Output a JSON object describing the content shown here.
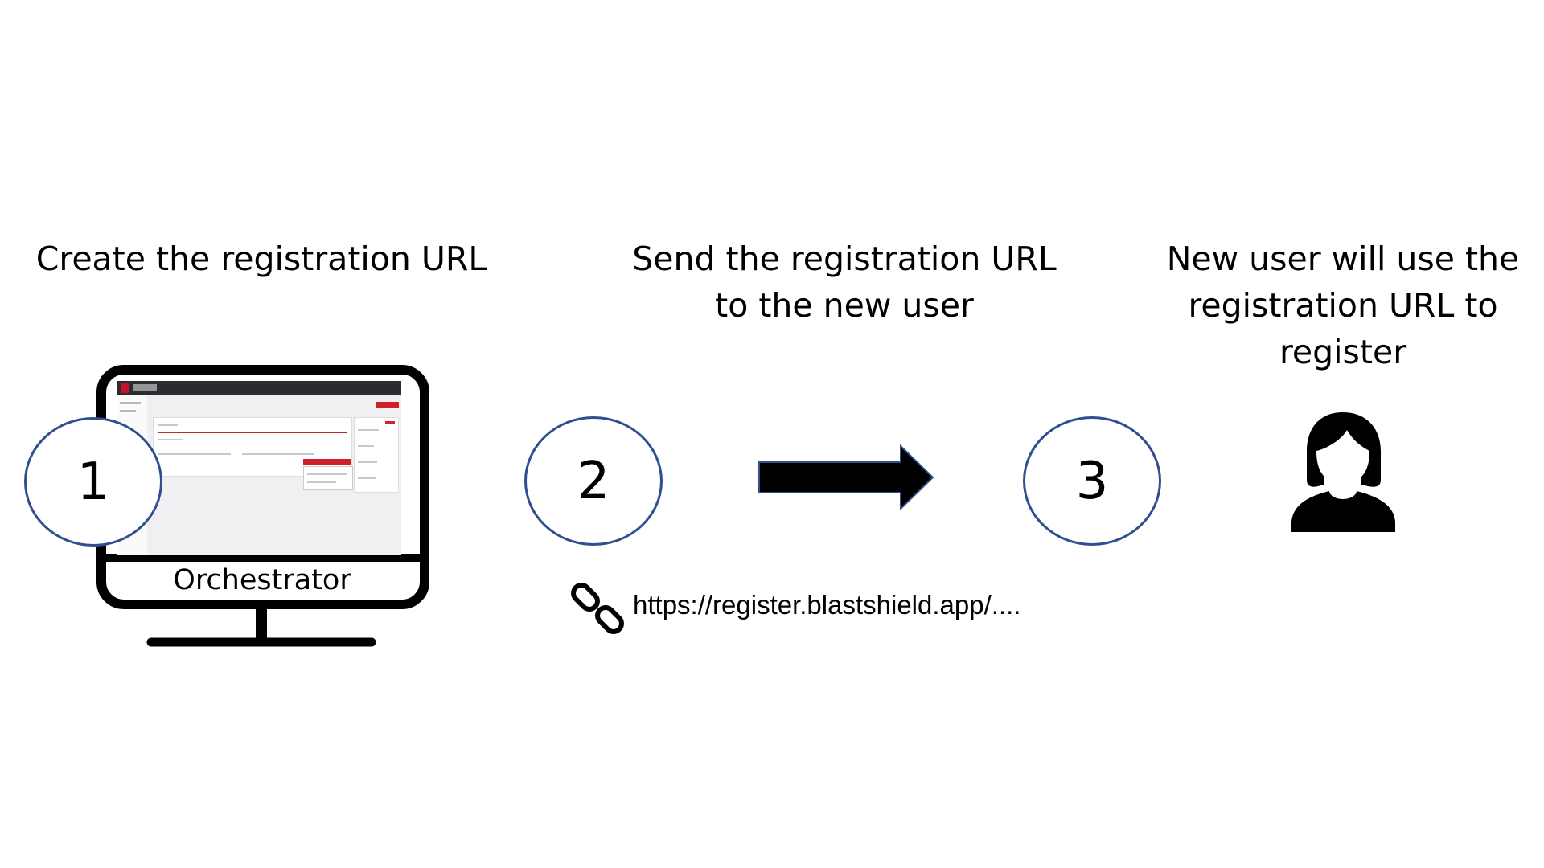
{
  "steps": [
    {
      "number": "1",
      "caption": "Create the registration URL"
    },
    {
      "number": "2",
      "caption": "Send the registration URL\nto the new user"
    },
    {
      "number": "3",
      "caption": "New user will use the\nregistration URL to\nregister"
    }
  ],
  "monitor": {
    "label": "Orchestrator"
  },
  "link": {
    "url": "https://register.blastshield.app/...."
  },
  "colors": {
    "circle_stroke": "#2f4f8f",
    "ink": "#000000",
    "screen_accent": "#d0202a"
  },
  "icons": [
    "monitor-icon",
    "arrow-right-icon",
    "link-chain-icon",
    "user-icon"
  ]
}
